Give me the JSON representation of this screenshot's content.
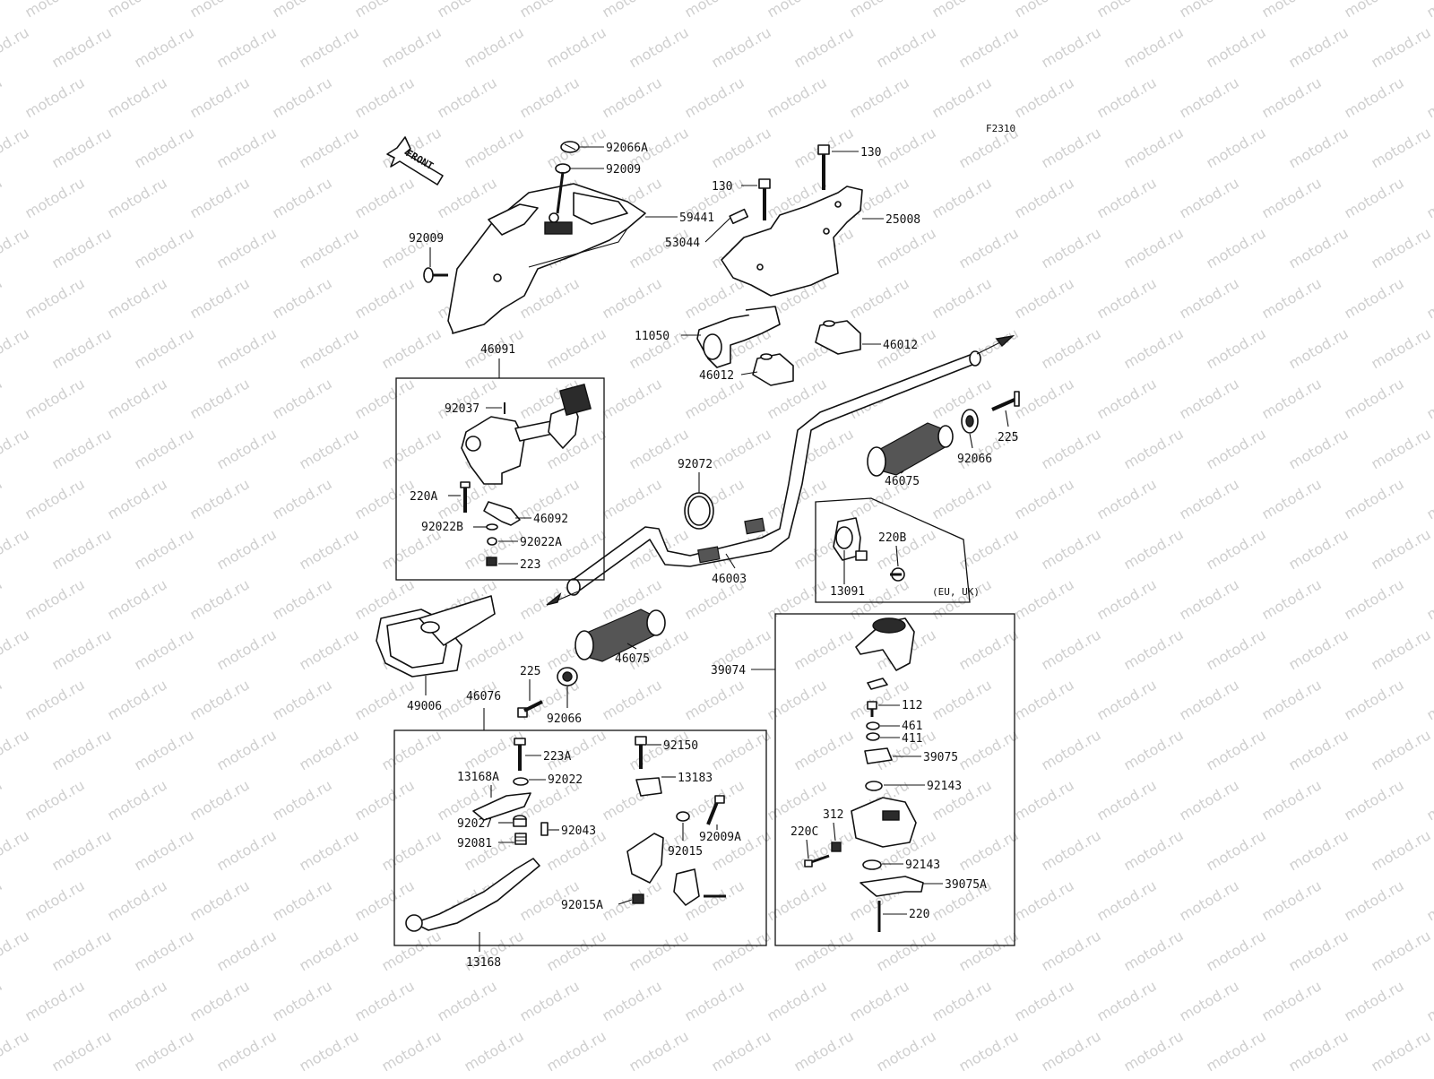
{
  "diagram": {
    "code": "F2310",
    "front_label": "FRONT",
    "region_note": "(EU, UK)",
    "watermark": "motod.ru",
    "parts": {
      "p92066A": "92066A",
      "p92009a": "92009",
      "p92009b": "92009",
      "p59441": "59441",
      "p46091": "46091",
      "p130a": "130",
      "p130b": "130",
      "p25008": "25008",
      "p53044": "53044",
      "p11050": "11050",
      "p46012a": "46012",
      "p46012b": "46012",
      "p92037": "92037",
      "p220A": "220A",
      "p46092": "46092",
      "p92022B": "92022B",
      "p92022A": "92022A",
      "p223": "223",
      "p92072": "92072",
      "p46003": "46003",
      "p225a": "225",
      "p225b": "225",
      "p92066a": "92066",
      "p92066b": "92066",
      "p46075a": "46075",
      "p46075b": "46075",
      "p220B": "220B",
      "p13091": "13091",
      "p49006": "49006",
      "p46076": "46076",
      "p39074": "39074",
      "p223A": "223A",
      "p92150": "92150",
      "p13168A": "13168A",
      "p92022": "92022",
      "p13183": "13183",
      "p92027": "92027",
      "p92043": "92043",
      "p92009A": "92009A",
      "p92081": "92081",
      "p92015": "92015",
      "p92015A": "92015A",
      "p13168": "13168",
      "p112": "112",
      "p461": "461",
      "p411": "411",
      "p39075": "39075",
      "p92143a": "92143",
      "p92143b": "92143",
      "p312": "312",
      "p220C": "220C",
      "p39075A": "39075A",
      "p220": "220"
    }
  }
}
